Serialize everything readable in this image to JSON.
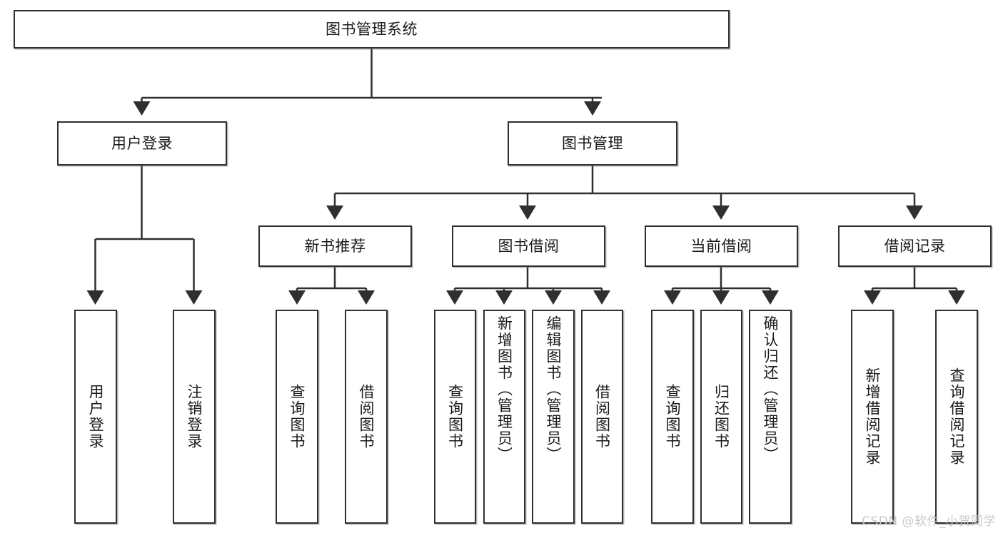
{
  "diagram": {
    "type": "tree",
    "title": "图书管理系统",
    "root": {
      "id": "root",
      "label": "图书管理系统"
    },
    "level2": [
      {
        "id": "user-login",
        "label": "用户登录"
      },
      {
        "id": "book-manage",
        "label": "图书管理"
      }
    ],
    "level3": [
      {
        "id": "new-book-recommend",
        "label": "新书推荐",
        "parent": "book-manage"
      },
      {
        "id": "book-borrow",
        "label": "图书借阅",
        "parent": "book-manage"
      },
      {
        "id": "current-borrow",
        "label": "当前借阅",
        "parent": "book-manage"
      },
      {
        "id": "borrow-record",
        "label": "借阅记录",
        "parent": "book-manage"
      }
    ],
    "leaves": [
      {
        "id": "leaf-user-login",
        "label": "用户登录",
        "parent": "user-login"
      },
      {
        "id": "leaf-logout",
        "label": "注销登录",
        "parent": "user-login"
      },
      {
        "id": "leaf-query-book-1",
        "label": "查询图书",
        "parent": "new-book-recommend"
      },
      {
        "id": "leaf-borrow-book-1",
        "label": "借阅图书",
        "parent": "new-book-recommend"
      },
      {
        "id": "leaf-query-book-2",
        "label": "查询图书",
        "parent": "book-borrow"
      },
      {
        "id": "leaf-add-book",
        "label": "新增图书（管理员）",
        "parent": "book-borrow"
      },
      {
        "id": "leaf-edit-book",
        "label": "编辑图书（管理员）",
        "parent": "book-borrow"
      },
      {
        "id": "leaf-borrow-book-2",
        "label": "借阅图书",
        "parent": "book-borrow"
      },
      {
        "id": "leaf-query-book-3",
        "label": "查询图书",
        "parent": "current-borrow"
      },
      {
        "id": "leaf-return-book",
        "label": "归还图书",
        "parent": "current-borrow"
      },
      {
        "id": "leaf-confirm-return",
        "label": "确认归还（管理员）",
        "parent": "current-borrow"
      },
      {
        "id": "leaf-add-record",
        "label": "新增借阅记录",
        "parent": "borrow-record"
      },
      {
        "id": "leaf-query-record",
        "label": "查询借阅记录",
        "parent": "borrow-record"
      }
    ],
    "colors": {
      "stroke": "#2f2f2f",
      "fill": "#ffffff",
      "text": "#1a1a1a",
      "watermark": "#c9c9c9"
    }
  },
  "watermark": {
    "text": "CSDN @软件_小贺同学"
  }
}
